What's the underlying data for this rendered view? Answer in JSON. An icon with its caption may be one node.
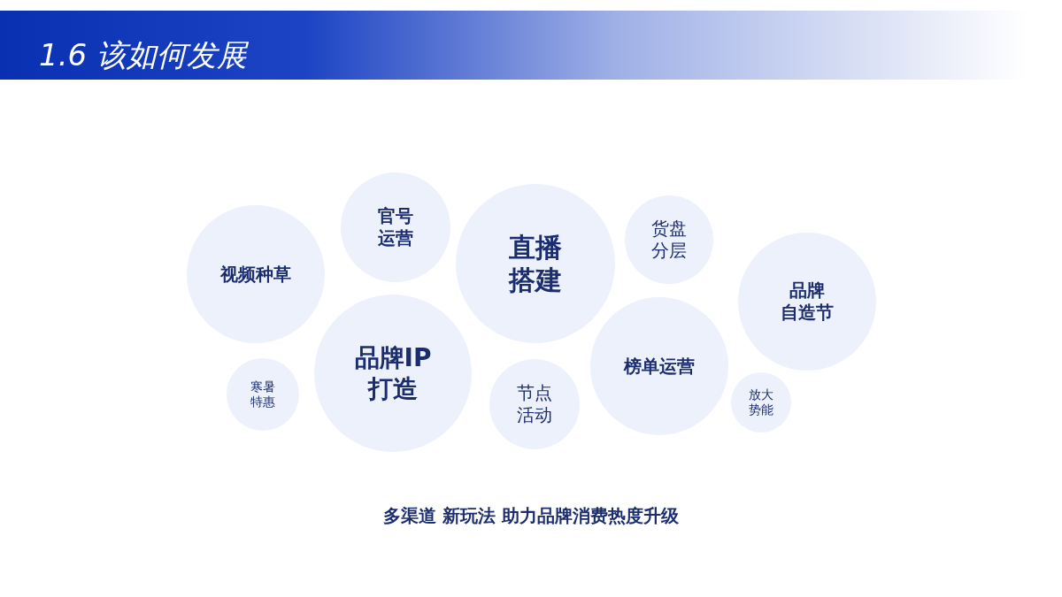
{
  "diagram": {
    "title": "1.6 该如何发展",
    "nodes": [
      {
        "text": [
          "视频种草"
        ]
      },
      {
        "text": [
          "官号运营"
        ]
      },
      {
        "text": [
          "直播搭建"
        ]
      },
      {
        "text": [
          "货盘分层"
        ]
      },
      {
        "text": [
          "品牌自造节"
        ]
      },
      {
        "text": [
          "寒暑特惠"
        ]
      },
      {
        "text": [
          "品牌IP打造"
        ]
      },
      {
        "text": [
          "节点活动"
        ]
      },
      {
        "text": [
          "榜单运营"
        ]
      },
      {
        "text": [
          "放大势能"
        ]
      }
    ],
    "caption": "多渠道 新玩法 助力品牌消费热度升级"
  }
}
